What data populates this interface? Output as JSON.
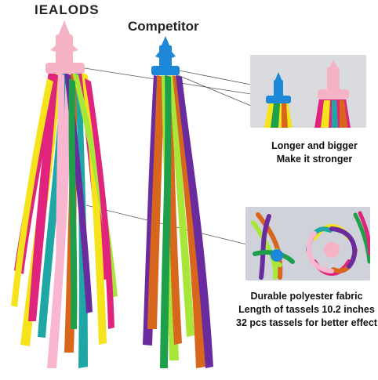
{
  "brand_label": "IEALODS",
  "competitor_label": "Competitor",
  "inset_top": {
    "caption_lines": [
      "Longer and bigger",
      "Make it stronger"
    ]
  },
  "inset_bottom": {
    "caption_lines": [
      "Durable polyester fabric",
      "Length of tassels 10.2 inches",
      "32 pcs tassels for better effect"
    ]
  },
  "colors": {
    "pink_cap": "#f6b3c6",
    "blue_cap": "#1e88d8",
    "magenta": "#e0237c",
    "yellow": "#f5e31c",
    "teal": "#1fa7a6",
    "light_pink": "#f8b6d0",
    "orange": "#d8661c",
    "lime": "#a8e63a",
    "purple": "#6a2b9e",
    "green": "#1ea04a"
  }
}
